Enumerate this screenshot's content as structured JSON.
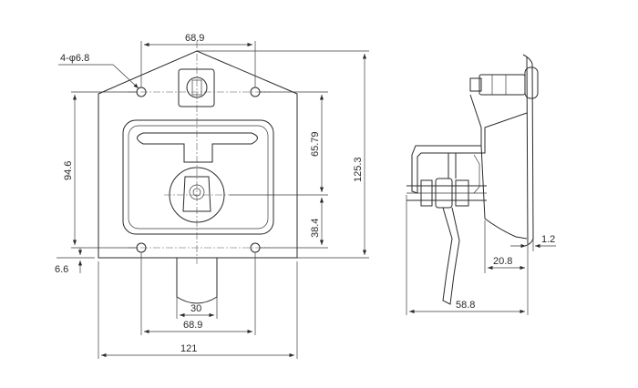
{
  "front_view": {
    "hole_callout": "4-φ6.8",
    "dim_top_holes": "68.9",
    "dim_left_height": "94.6",
    "dim_right_upper": "65.79",
    "dim_right_lower": "38.4",
    "dim_right_total": "125.3",
    "dim_bottom_offset": "6.6",
    "dim_handle_width": "30",
    "dim_bottom_holes": "68.9",
    "dim_overall_width": "121"
  },
  "side_view": {
    "dim_thickness": "1.2",
    "dim_flange": "20.8",
    "dim_depth": "58.8"
  }
}
